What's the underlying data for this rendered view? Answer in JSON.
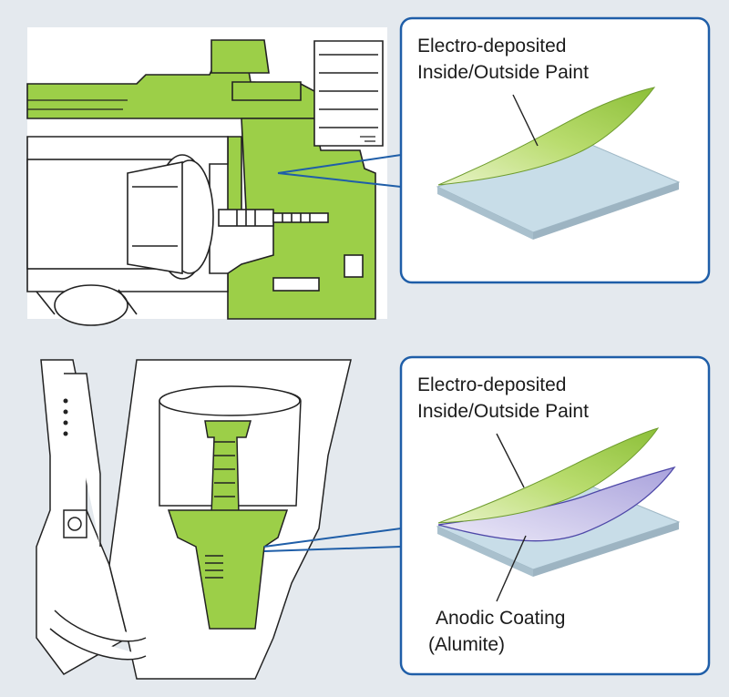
{
  "top_callout": {
    "paint_label_line1": "Electro-deposited",
    "paint_label_line2": "Inside/Outside Paint"
  },
  "bottom_callout": {
    "paint_label_line1": "Electro-deposited",
    "paint_label_line2": "Inside/Outside Paint",
    "coating_label_line1": "Anodic Coating",
    "coating_label_line2": "(Alumite)"
  },
  "colors": {
    "background": "#e4e9ee",
    "callout_border": "#1f5ea8",
    "part_green": "#9ccf48",
    "paint_green": "#a8d157",
    "substrate_blue": "#c8dde8",
    "anodic_purple": "#b4aee0",
    "line": "#222222"
  }
}
